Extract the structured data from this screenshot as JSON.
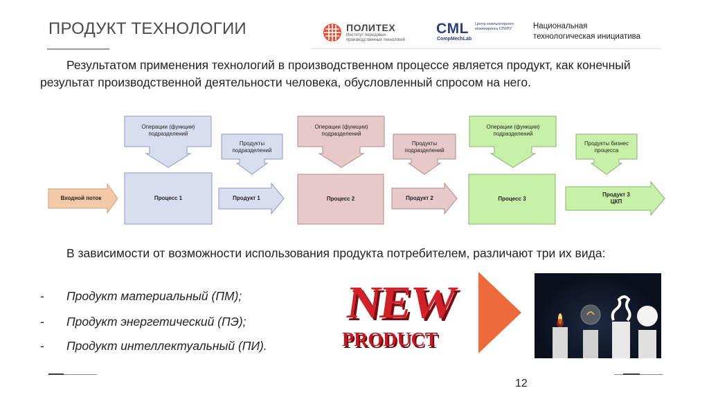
{
  "header": {
    "title": "ПРОДУКТ ТЕХНОЛОГИИ",
    "politeh_name": "ПОЛИТЕХ",
    "politeh_sub": "Институт передовых производственных технологий",
    "cml_name": "CML",
    "cml_side": "Центр компьютерного инжиниринга СПбПУ",
    "cml_sub": "CompMechLab",
    "nti_line1": "Национальная",
    "nti_line2": "технологическая инициатива"
  },
  "intro": "Результатом применения технологий в производственном процессе является продукт, как конечный результат производственной деятельности человека, обусловленный спросом на него.",
  "diagram": {
    "input": "Входной поток",
    "process1": "Процесс 1",
    "process2": "Процесс 2",
    "process3": "Процесс 3",
    "ops1": "Операции (функции) подразделений",
    "ops2": "Операции (функции) подразделений",
    "ops3": "Операции (функции) подразделений",
    "prod_div1": "Продукты подразделений",
    "prod_div2": "Продукты подразделений",
    "prod_business": "Продукты бизнес процесса",
    "product1": "Продукт 1",
    "product2": "Продукт 2",
    "product3_line1": "Продукт 3",
    "product3_line2": "ЦКП",
    "colors": {
      "blue": "#d7def0",
      "pink": "#e8c9c9",
      "green": "#c9f0a8",
      "input_orange": "#f4c9a8",
      "gray": "#d5d5d5"
    }
  },
  "types_intro": "В зависимости от возможности использования продукта потребителем, различают три их вида:",
  "types": [
    {
      "dash": "-",
      "text": "Продукт материальный (ПМ);"
    },
    {
      "dash": "-",
      "text": "Продукт энергетический (ПЭ);"
    },
    {
      "dash": "-",
      "text": "Продукт интеллектуальный (ПИ)."
    }
  ],
  "new_product": {
    "word1": "NEW",
    "word2": "PRODUCT"
  },
  "page_number": "12"
}
